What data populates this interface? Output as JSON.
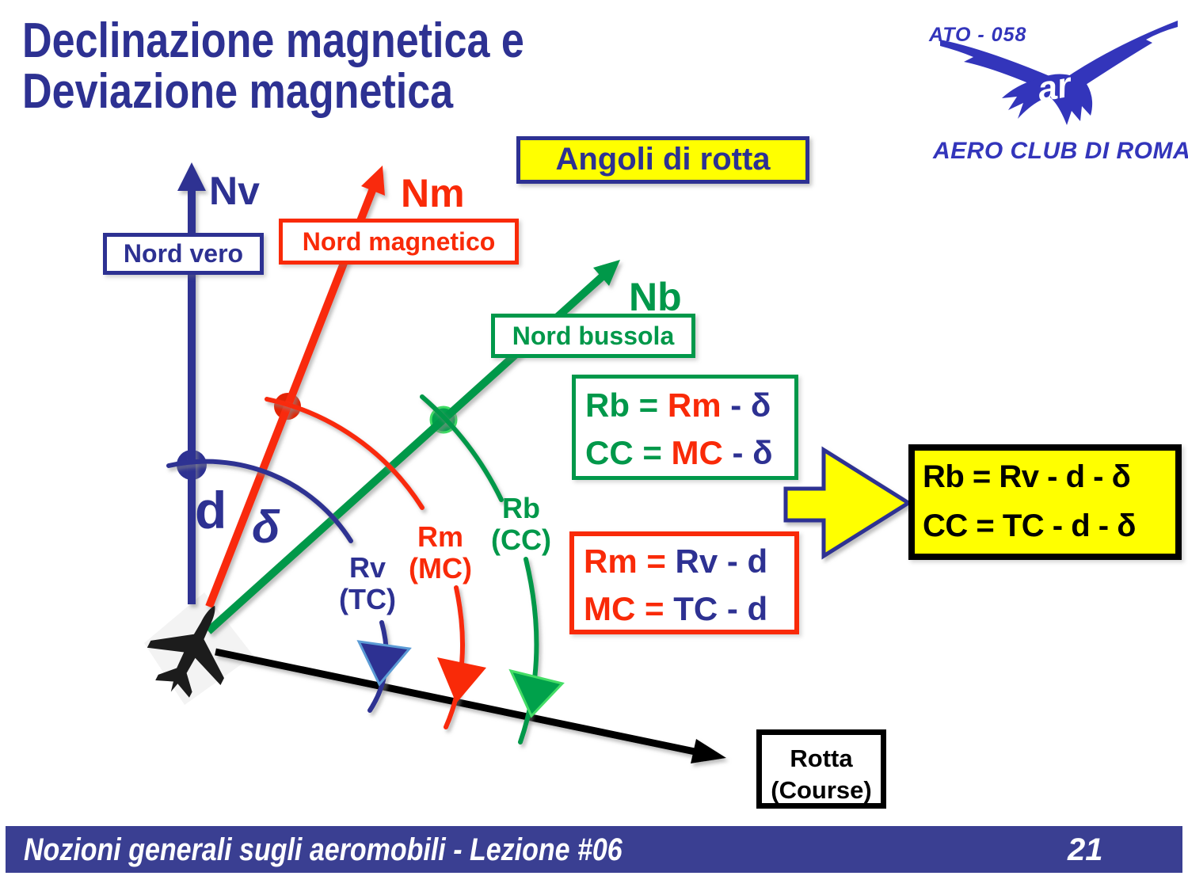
{
  "title": {
    "line1": "Declinazione magnetica e",
    "line2": "Deviazione magnetica"
  },
  "logo": {
    "ato": "ATO - 058",
    "monogram": "ar",
    "club": "AERO CLUB DI ROMA"
  },
  "banner": {
    "label": "Angoli di rotta"
  },
  "north": {
    "nv": "Nv",
    "nm": "Nm",
    "nb": "Nb",
    "nord_vero": "Nord vero",
    "nord_magnetico": "Nord magnetico",
    "nord_bussola": "Nord bussola"
  },
  "angles": {
    "declination": "d",
    "deviation": "δ"
  },
  "routes": {
    "rv": "Rv",
    "rv_en": "(TC)",
    "rm": "Rm",
    "rm_en": "(MC)",
    "rb": "Rb",
    "rb_en": "(CC)"
  },
  "formula_green": {
    "l1_lhs": "Rb = ",
    "l1_mid": "Rm",
    "l1_rhs": " - δ",
    "l2_lhs": "CC = ",
    "l2_mid": "MC",
    "l2_rhs": " - δ"
  },
  "formula_red": {
    "l1_lhs": "Rm = ",
    "l1_rhs": "Rv - d",
    "l2_lhs": "MC = ",
    "l2_rhs": "TC - d"
  },
  "formula_yellow": {
    "line1": "Rb = Rv - d - δ",
    "line2": "CC = TC - d - δ"
  },
  "course_box": {
    "line1": "Rotta",
    "line2": "(Course)"
  },
  "footer": {
    "left": "Nozioni generali sugli aeromobili - Lezione #06",
    "page": "21"
  },
  "colors": {
    "navy": "#2d3192",
    "red": "#f92a08",
    "green": "#00984a",
    "yellow": "#ffff00",
    "footer_blue": "#3a3f92",
    "logo_blue": "#3335bb"
  }
}
